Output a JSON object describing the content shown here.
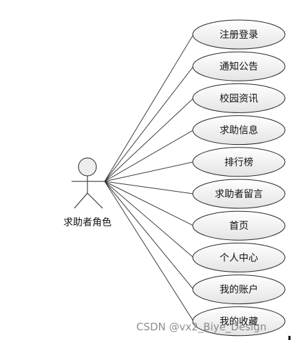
{
  "actor": {
    "label": "求助者角色"
  },
  "use_cases": [
    "注册登录",
    "通知公告",
    "校园资讯",
    "求助信息",
    "排行榜",
    "求助者留言",
    "首页",
    "个人中心",
    "我的账户",
    "我的收藏"
  ],
  "watermark": "CSDN @vx2_Biye_Design",
  "colors": {
    "ellipse_fill_top": "#ffffff",
    "ellipse_fill_bottom": "#e6e6e6",
    "stroke": "#222222"
  }
}
